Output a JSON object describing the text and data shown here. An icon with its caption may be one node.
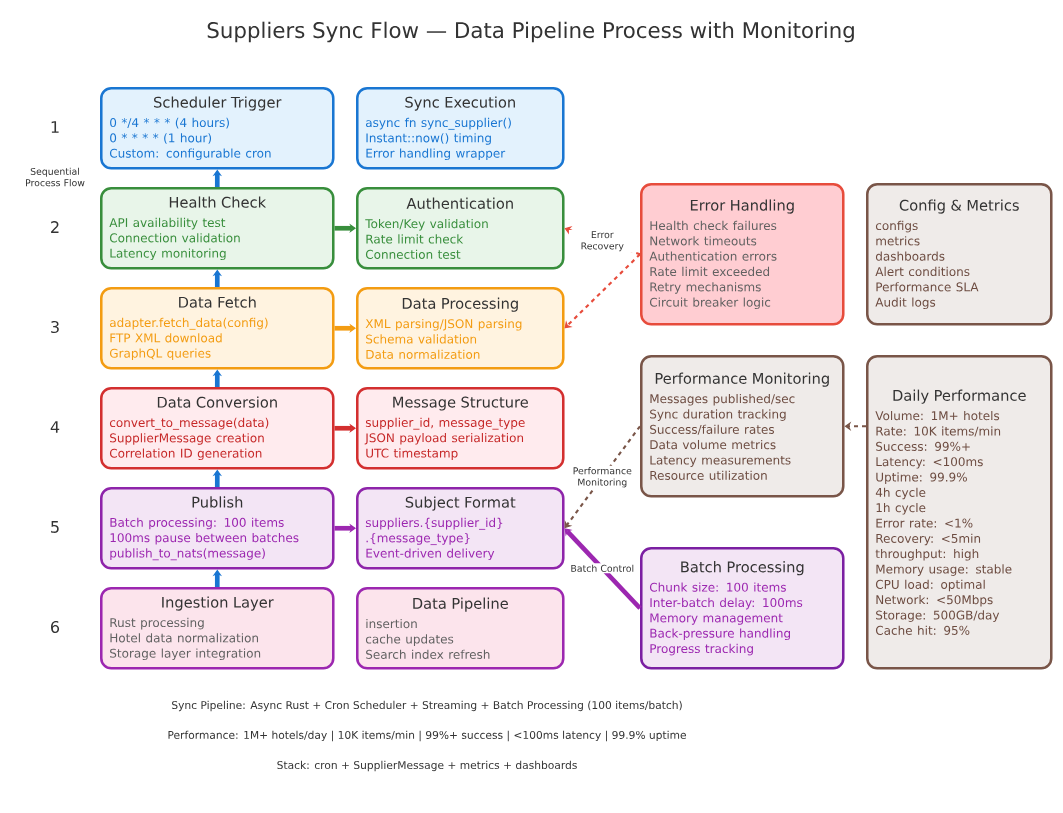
{
  "diagram": {
    "title": "Suppliers Sync Flow — Data Pipeline Process with Monitoring",
    "nodes": [
      {
        "text": [
          "Scheduler Trigger",
          "0 */4 * * * (4 hours)",
          "0 * * * * (1 hour)",
          "Custom: configurable cron"
        ]
      },
      {
        "text": [
          "Sync Execution",
          "async fn sync_supplier()",
          "Instant::now() timing",
          "Error handling wrapper"
        ]
      },
      {
        "text": [
          "Health Check",
          "API availability test",
          "Connection validation",
          "Latency monitoring"
        ]
      },
      {
        "text": [
          "Authentication",
          "Token/Key validation",
          "Rate limit check",
          "Connection test"
        ]
      },
      {
        "text": [
          "Data Fetch",
          "adapter.fetch_data(config)",
          "FTP XML download",
          "GraphQL queries"
        ]
      },
      {
        "text": [
          "Data Processing",
          "XML parsing/JSON parsing",
          "Schema validation",
          "Data normalization"
        ]
      },
      {
        "text": [
          "Data Conversion",
          "convert_to_message(data)",
          "SupplierMessage creation",
          "Correlation ID generation"
        ]
      },
      {
        "text": [
          "Message Structure",
          "supplier_id, message_type",
          "JSON payload serialization",
          "UTC timestamp"
        ]
      },
      {
        "text": [
          "Publish",
          "Batch processing: 100 items",
          "100ms pause between batches",
          "publish_to_nats(message)"
        ]
      },
      {
        "text": [
          "Subject Format",
          "suppliers.{supplier_id}",
          ".{message_type}",
          "Event-driven delivery"
        ]
      },
      {
        "text": [
          "Ingestion Layer",
          "Rust processing",
          "Hotel data normalization",
          "Storage layer integration"
        ]
      },
      {
        "text": [
          "Data Pipeline",
          "insertion",
          "cache updates",
          "Search index refresh"
        ]
      },
      {
        "text": [
          "Error Handling",
          "Health check failures",
          "Network timeouts",
          "Authentication errors",
          "Rate limit exceeded",
          "Retry mechanisms",
          "Circuit breaker logic"
        ]
      },
      {
        "text": [
          "Config & Metrics",
          "configs",
          "metrics",
          "dashboards",
          "Alert conditions",
          "Performance SLA",
          "Audit logs"
        ]
      },
      {
        "text": [
          "Performance Monitoring",
          "Messages published/sec",
          "Sync duration tracking",
          "Success/failure rates",
          "Data volume metrics",
          "Latency measurements",
          "Resource utilization"
        ]
      },
      {
        "text": [
          "Daily Performance",
          "Volume: 1M+ hotels",
          "Rate: 10K items/min",
          "Success: 99%+",
          "Latency: <100ms",
          "Uptime: 99.9%",
          "4h cycle",
          "1h cycle",
          "Error rate: <1%",
          "Recovery: <5min",
          "throughput: high",
          "Memory usage: stable",
          "CPU load: optimal",
          "Network: <50Mbps",
          "Storage: 500GB/day",
          "Cache hit: 95%"
        ]
      },
      {
        "text": [
          "Batch Processing",
          "Chunk size: 100 items",
          "Inter-batch delay: 100ms",
          "Memory management",
          "Back-pressure handling",
          "Progress tracking"
        ]
      }
    ],
    "edges": [
      {
        "from": 2,
        "to": 0,
        "arrow": "to",
        "color": "#1976d2"
      },
      {
        "from": 4,
        "to": 2,
        "arrow": "to",
        "color": "#1976d2"
      },
      {
        "from": 6,
        "to": 4,
        "arrow": "to",
        "color": "#1976d2"
      },
      {
        "from": 8,
        "to": 6,
        "arrow": "to",
        "color": "#1976d2"
      },
      {
        "from": 10,
        "to": 8,
        "arrow": "to",
        "color": "#1976d2"
      },
      {
        "from": 2,
        "to": 3,
        "arrow": "to",
        "color": "#388e3c"
      },
      {
        "from": 4,
        "to": 5,
        "arrow": "to",
        "color": "#f39c12"
      },
      {
        "from": 6,
        "to": 7,
        "arrow": "to",
        "color": "#d32f2f"
      },
      {
        "from": 8,
        "to": 9,
        "arrow": "to",
        "color": "#9c27b0"
      },
      {
        "from": 12,
        "to": 3,
        "arrow": "to",
        "label": "Error Recovery",
        "style": "dashed",
        "color": "#e74c3c"
      },
      {
        "from": 12,
        "to": 5,
        "arrow": "to",
        "style": "dashed",
        "color": "#e74c3c"
      },
      {
        "from": 14,
        "to": 9,
        "arrow": "to",
        "label": "Performance Monitoring",
        "style": "dashed",
        "color": "#795548"
      },
      {
        "from": 16,
        "to": 9,
        "arrow": "to",
        "label": "Batch Control",
        "color": "#9c27b0"
      },
      {
        "from": 15,
        "to": 14,
        "arrow": "to",
        "style": "dashed",
        "color": "#795548"
      }
    ],
    "labels": [
      "1",
      "Sequential Process Flow",
      "2",
      "3",
      "4",
      "5",
      "6",
      "Sync Pipeline: Async Rust + Cron Scheduler + Streaming + Batch Processing (100 items/batch)",
      "Performance: 1M+ hotels/day | 10K items/min | 99%+ success | <100ms latency | 99.9% uptime",
      "Stack: cron + SupplierMessage + metrics + dashboards"
    ]
  }
}
